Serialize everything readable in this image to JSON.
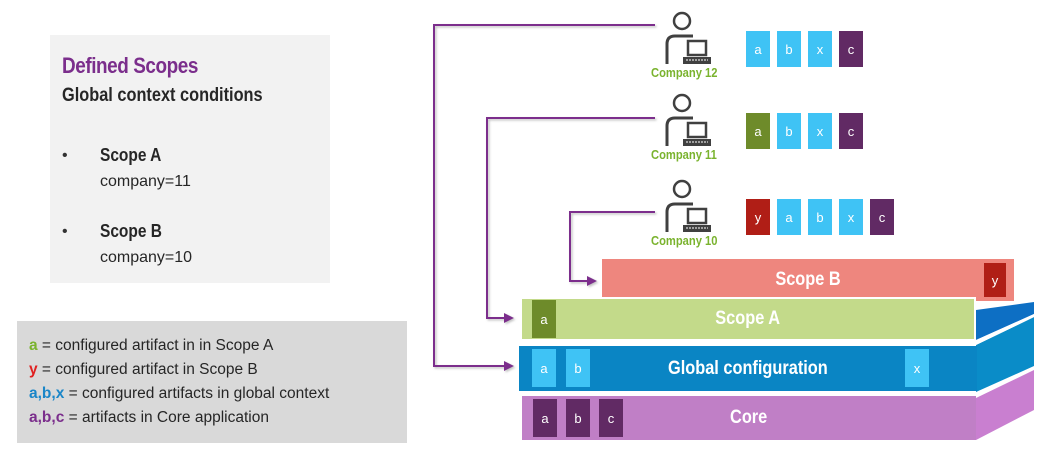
{
  "defined_scopes": {
    "title": "Defined Scopes",
    "subtitle": "Global context conditions",
    "scopes": [
      {
        "bullet": "•",
        "name": "Scope A",
        "condition": "company=11"
      },
      {
        "bullet": "•",
        "name": "Scope B",
        "condition": "company=10"
      }
    ]
  },
  "legend": {
    "rows": [
      {
        "key": "a",
        "text": " = configured artifact in in Scope A",
        "color": "#7ab32e"
      },
      {
        "key": "y",
        "text": " = configured artifact in Scope B",
        "color": "#e02020"
      },
      {
        "key": "a,b,x",
        "text": " = configured artifacts in global context",
        "color": "#1a86c8"
      },
      {
        "key": "a,b,c",
        "text": " = artifacts in Core application",
        "color": "#7b2e8c"
      }
    ]
  },
  "companies": [
    {
      "label": "Company 12",
      "artifacts": [
        {
          "text": "a",
          "kind": "global"
        },
        {
          "text": "b",
          "kind": "global"
        },
        {
          "text": "x",
          "kind": "global"
        },
        {
          "text": "c",
          "kind": "core"
        }
      ]
    },
    {
      "label": "Company 11",
      "artifacts": [
        {
          "text": "a",
          "kind": "scopeA"
        },
        {
          "text": "b",
          "kind": "global"
        },
        {
          "text": "x",
          "kind": "global"
        },
        {
          "text": "c",
          "kind": "core"
        }
      ]
    },
    {
      "label": "Company 10",
      "artifacts": [
        {
          "text": "y",
          "kind": "scopeB"
        },
        {
          "text": "a",
          "kind": "global"
        },
        {
          "text": "b",
          "kind": "global"
        },
        {
          "text": "x",
          "kind": "global"
        },
        {
          "text": "c",
          "kind": "core"
        }
      ]
    }
  ],
  "layers": {
    "scope_b": {
      "label": "Scope B",
      "artifacts": [
        "y"
      ]
    },
    "scope_a": {
      "label": "Scope A",
      "artifacts": [
        "a"
      ]
    },
    "global": {
      "label": "Global configuration",
      "artifacts": [
        "a",
        "b",
        "x"
      ]
    },
    "core": {
      "label": "Core",
      "artifacts": [
        "a",
        "b",
        "c"
      ]
    }
  },
  "colors": {
    "accent_purple": "#7b2e8c",
    "scopeA_chip": "#6e8b2a",
    "scopeB_chip": "#b01e16",
    "global_chip": "#3fc3f5",
    "core_chip": "#612a64",
    "scopeB_layer": "#ee867e",
    "scopeA_layer": "#c3da8a",
    "global_layer": "#0a85c4",
    "core_layer": "#c07fc6"
  }
}
